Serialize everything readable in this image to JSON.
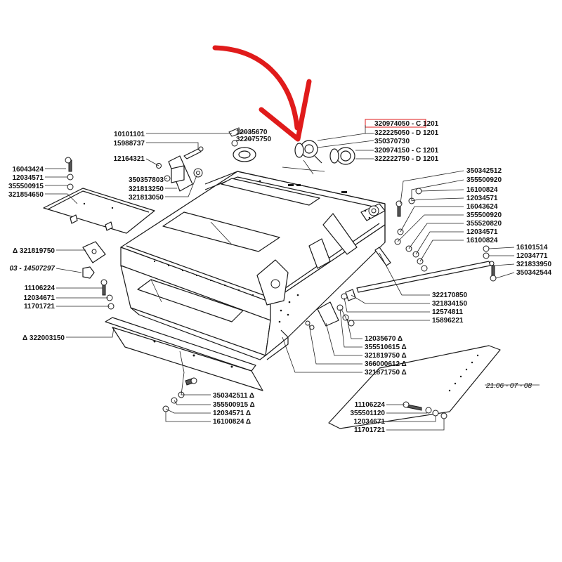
{
  "labels": {
    "l_10101101": "10101101",
    "l_15988737": "15988737",
    "l_12164321": "12164321",
    "l_16043424": "16043424",
    "l_12034571_a": "12034571",
    "l_355500915_a": "355500915",
    "l_321854650": "321854650",
    "l_350357803": "350357803",
    "l_321813250": "321813250",
    "l_321813050": "321813050",
    "l_12035670_top": "12035670",
    "l_322075750": "322075750",
    "l_320974050": "320974050 - C  1201",
    "l_322225050": "322225050 - D  1201",
    "l_350370730": "350370730",
    "l_320974150": "320974150 - C  1201",
    "l_322222750": "322222750 - D  1201",
    "l_350342512": "350342512",
    "l_355500920_a": "355500920",
    "l_16100824_a": "16100824",
    "l_12034571_b": "12034571",
    "l_16043624": "16043624",
    "l_355500920_b": "355500920",
    "l_355520820": "355520820",
    "l_12034571_c": "12034571",
    "l_16100824_b": "16100824",
    "l_16101514": "16101514",
    "l_12034771": "12034771",
    "l_321833950": "321833950",
    "l_350342544": "350342544",
    "l_321819750": "Δ  321819750",
    "l_14507297": "03 - 14507297",
    "l_11106224_a": "11106224",
    "l_12034671_a": "12034671",
    "l_11701721_a": "11701721",
    "l_322003150": "Δ  322003150",
    "l_322170850": "322170850",
    "l_321834150": "321834150",
    "l_12574811": "12574811",
    "l_15896221": "15896221",
    "l_12035670_b": "12035670  Δ",
    "l_355510615": "355510615  Δ",
    "l_321819750_b": "321819750  Δ",
    "l_366000612": "366000612  Δ",
    "l_321871750": "321871750  Δ",
    "l_350342511": "350342511  Δ",
    "l_355500915_b": "355500915  Δ",
    "l_12034571_d": "12034571  Δ",
    "l_16100824_c": "16100824  Δ",
    "l_11106224_b": "11106224",
    "l_355501120": "355501120",
    "l_12034671_b": "12034671",
    "l_11701721_b": "11701721",
    "figure_ref": "21.06 - 07 - 08"
  },
  "colors": {
    "highlight_arrow": "#e01b1b",
    "highlight_box": "#e01b1b",
    "linework": "#1a1a1a"
  }
}
